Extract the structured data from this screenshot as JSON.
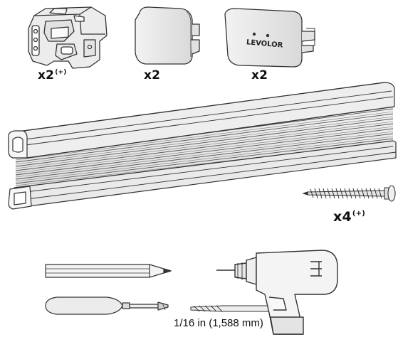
{
  "parts": [
    {
      "name": "Mounting bracket",
      "quantity": "x2",
      "note": "(+)"
    },
    {
      "name": "End cap plain",
      "quantity": "x2",
      "note": ""
    },
    {
      "name": "End cap branded",
      "quantity": "x2",
      "note": "",
      "brand": "LEVOLOR"
    },
    {
      "name": "Screw",
      "quantity": "x4",
      "note": "(+)"
    }
  ],
  "tools": [
    {
      "name": "Pencil",
      "icon": "pencil-icon"
    },
    {
      "name": "Screwdriver",
      "icon": "screwdriver-icon"
    },
    {
      "name": "Drill bit",
      "icon": "drill-bit-icon",
      "size": "1/16 in (1,588 mm)"
    },
    {
      "name": "Power drill",
      "icon": "power-drill-icon"
    }
  ],
  "colors": {
    "line": "#333333",
    "fill": "#ededed",
    "light": "#f7f7f7",
    "shade": "#d5d5d5"
  }
}
